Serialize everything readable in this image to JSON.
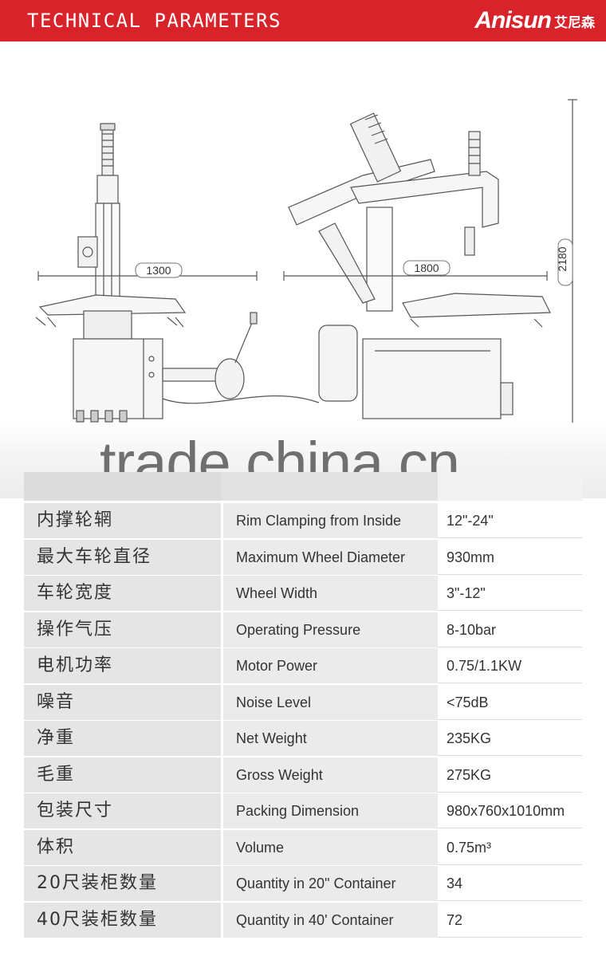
{
  "header": {
    "title": "TECHNICAL PARAMETERS",
    "brand_latin": "Anisun",
    "brand_cjk": "艾尼森",
    "colors": {
      "header_bg": "#d9232a",
      "text": "#ffffff"
    }
  },
  "drawing": {
    "dim_front_width": "1300",
    "dim_side_width": "1800",
    "dim_height": "2180"
  },
  "watermark": "trade.china.cn",
  "specs": [
    {
      "cn": "内撑轮辋",
      "en": "Rim Clamping from Inside",
      "value": "12\"-24\""
    },
    {
      "cn": "最大车轮直径",
      "en": "Maximum Wheel Diameter",
      "value": "930mm"
    },
    {
      "cn": "车轮宽度",
      "en": "Wheel Width",
      "value": "3\"-12\""
    },
    {
      "cn": "操作气压",
      "en": "Operating Pressure",
      "value": "8-10bar"
    },
    {
      "cn": "电机功率",
      "en": "Motor Power",
      "value": "0.75/1.1KW"
    },
    {
      "cn": "噪音",
      "en": "Noise Level",
      "value": "<75dB"
    },
    {
      "cn": "净重",
      "en": "Net Weight",
      "value": "235KG"
    },
    {
      "cn": "毛重",
      "en": "Gross Weight",
      "value": "275KG"
    },
    {
      "cn": "包装尺寸",
      "en": "Packing Dimension",
      "value": "980x760x1010mm"
    },
    {
      "cn": "体积",
      "en": "Volume",
      "value": "0.75m³"
    },
    {
      "cn": "20尺装柜数量",
      "en": "Quantity in 20\" Container",
      "value": "34"
    },
    {
      "cn": "40尺装柜数量",
      "en": "Quantity in 40' Container",
      "value": "72"
    }
  ]
}
